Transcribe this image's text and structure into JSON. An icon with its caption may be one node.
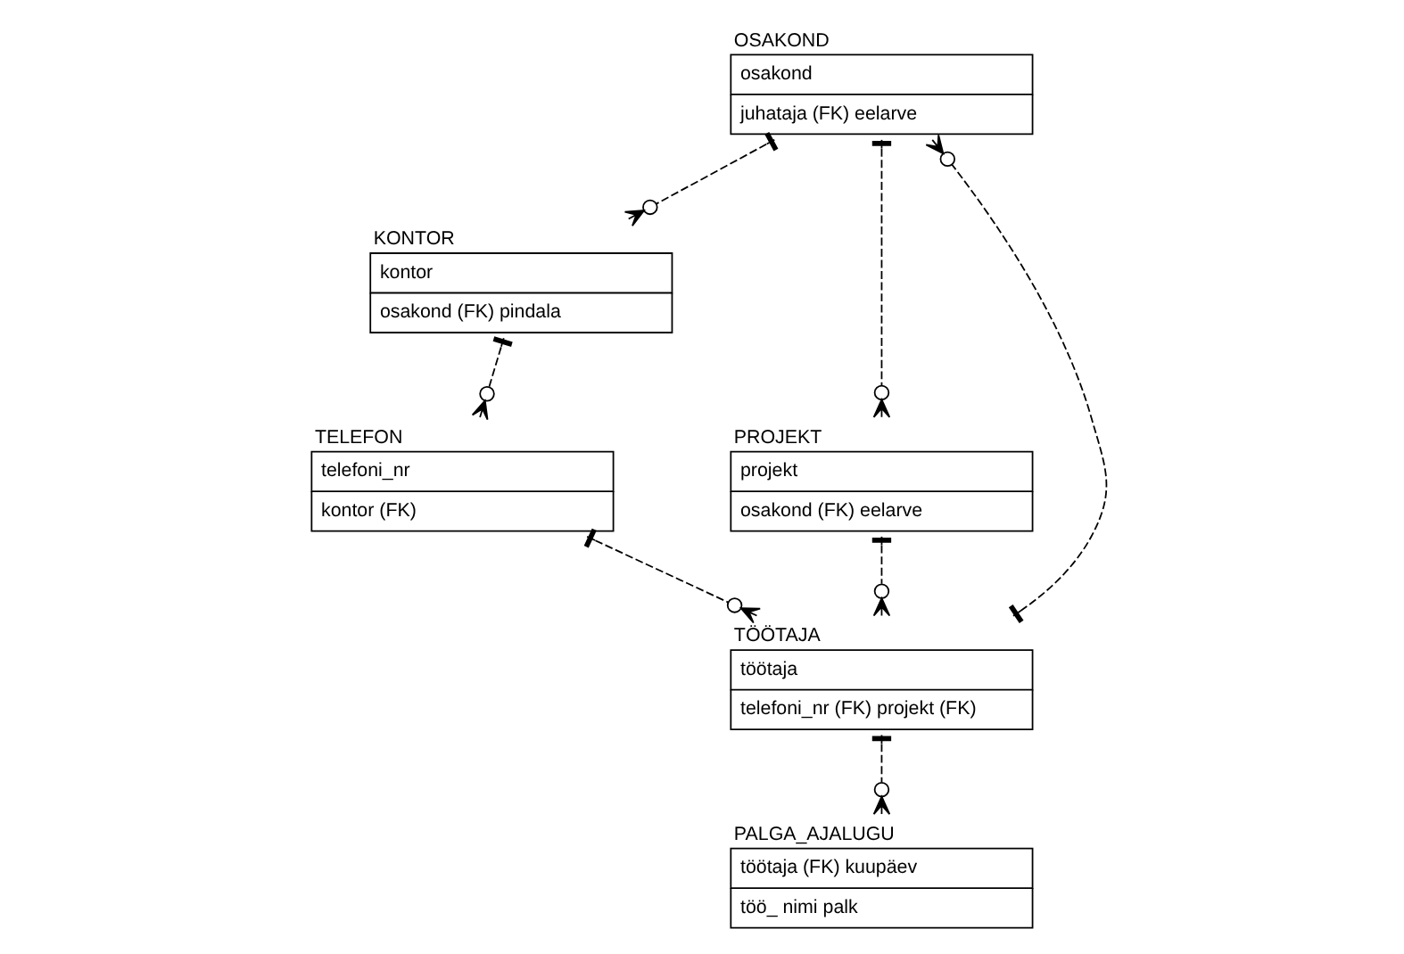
{
  "diagram": {
    "nodes": [
      {
        "text": [
          "OSAKOND",
          "osakond",
          "juhataja (FK) eelarve"
        ]
      },
      {
        "text": [
          "KONTOR",
          "kontor",
          "osakond (FK) pindala"
        ]
      },
      {
        "text": [
          "PALGA_AJALUGU",
          "töötaja (FK) kuupäev",
          "töö_ nimi palk"
        ]
      },
      {
        "text": [
          "TELEFON",
          "telefoni_nr",
          "kontor (FK)"
        ]
      },
      {
        "text": [
          "TÖÖTAJA",
          "töötaja",
          "telefoni_nr (FK) projekt (FK)"
        ]
      },
      {
        "text": [
          "PROJEKT",
          "projekt",
          "osakond (FK) eelarve"
        ]
      }
    ],
    "edges": [
      {
        "from": 0,
        "to": 1,
        "arrow": "other",
        "style": "dashed"
      },
      {
        "from": 1,
        "to": 3,
        "arrow": "other",
        "style": "dashed"
      },
      {
        "from": 4,
        "to": 2,
        "arrow": "other",
        "style": "dashed"
      },
      {
        "from": 3,
        "to": 4,
        "arrow": "other",
        "style": "dashed"
      },
      {
        "from": 4,
        "to": 0,
        "arrow": "other",
        "style": "dashed"
      },
      {
        "from": 0,
        "to": 5,
        "arrow": "other",
        "style": "dashed"
      },
      {
        "from": 5,
        "to": 4,
        "arrow": "other",
        "style": "dashed"
      }
    ]
  }
}
